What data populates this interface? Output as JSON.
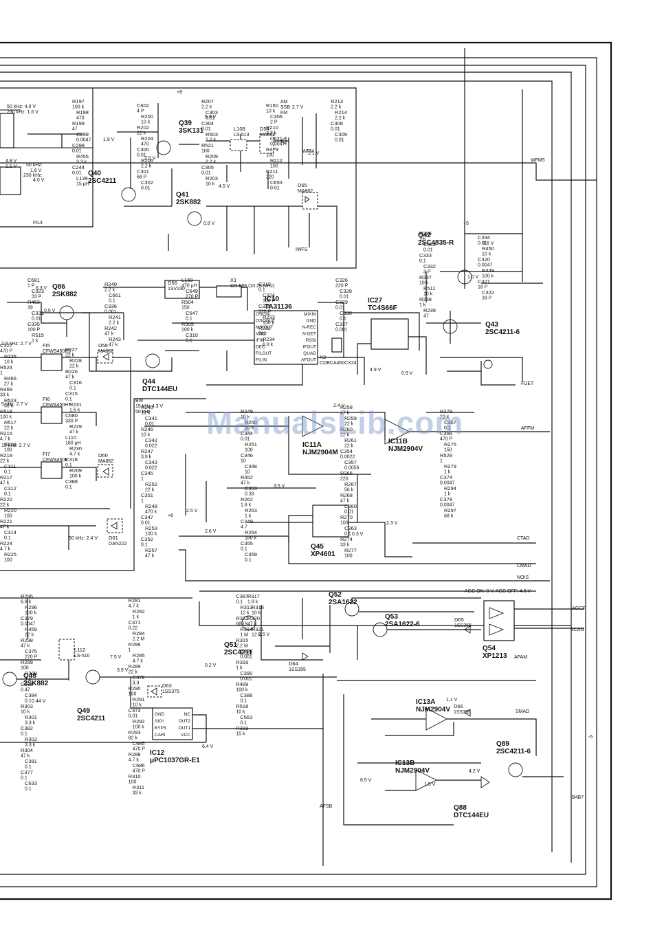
{
  "watermark": "ManualsLib.com",
  "ics": [
    {
      "ref": "IC10",
      "part": "TA31136"
    },
    {
      "ref": "IC27",
      "part": "TC4S66F"
    },
    {
      "ref": "IC11B",
      "part": "NJM2904V"
    },
    {
      "ref": "IC11A",
      "part": "NJM2904M"
    },
    {
      "ref": "IC13A",
      "part": "NJM2904V"
    },
    {
      "ref": "IC13B",
      "part": "NJM2904V"
    },
    {
      "ref": "IC12",
      "part": "μPC1037GR-E1"
    }
  ],
  "ic10_pins_left": [
    "OSCIN",
    "OSCOUT",
    "MIXOUT",
    "VCC",
    "IFIN",
    "DEC",
    "FILOUT",
    "FILIN"
  ],
  "ic10_pins_right": [
    "MIXIN",
    "GND",
    "N-REC",
    "N-DET",
    "RSSI",
    "IFOUT",
    "QUAD",
    "AFOUT"
  ],
  "ic12_pins_left": [
    "GND",
    "SIGI",
    "BYPS",
    "CARI"
  ],
  "ic12_pins_right": [
    "NC",
    "OUT2",
    "OUT1",
    "VCC"
  ],
  "transistors": [
    {
      "ref": "Q39",
      "part": "3SK131"
    },
    {
      "ref": "Q40",
      "part": "2SC4211"
    },
    {
      "ref": "Q41",
      "part": "2SK882"
    },
    {
      "ref": "Q42",
      "part": "2SC4835-R"
    },
    {
      "ref": "Q43",
      "part": "2SC4211-6"
    },
    {
      "ref": "Q86",
      "part": "2SK882"
    },
    {
      "ref": "Q44",
      "part": "DTC144EU"
    },
    {
      "ref": "Q45",
      "part": "XP4601"
    },
    {
      "ref": "Q52",
      "part": "2SA1622"
    },
    {
      "ref": "Q53",
      "part": "2SA1622-6"
    },
    {
      "ref": "Q54",
      "part": "XP1213"
    },
    {
      "ref": "Q51",
      "part": "2SC4211"
    },
    {
      "ref": "Q48",
      "part": "2SK882"
    },
    {
      "ref": "Q49",
      "part": "2SC4211"
    },
    {
      "ref": "Q89",
      "part": "2SC4211-6"
    },
    {
      "ref": "Q88",
      "part": "DTC144EU"
    }
  ],
  "diodes": [
    {
      "ref": "D54",
      "part": "MA862"
    },
    {
      "ref": "D55",
      "part": "MA862"
    },
    {
      "ref": "D56",
      "part": "1SV230"
    },
    {
      "ref": "D58",
      "part": "MA862"
    },
    {
      "ref": "D60",
      "part": "MA862"
    },
    {
      "ref": "D61",
      "part": "DAN222"
    },
    {
      "ref": "D63",
      "part": "1SS375"
    },
    {
      "ref": "D64",
      "part": "1SS355"
    },
    {
      "ref": "D65",
      "part": "1SS355"
    },
    {
      "ref": "D66",
      "part": "1SS355"
    }
  ],
  "filters": [
    {
      "ref": "FI5",
      "part": "CFWS450K3"
    },
    {
      "ref": "FI6",
      "part": "CFWS450HT"
    },
    {
      "ref": "FI7",
      "part": "CFWS450E"
    },
    {
      "ref": "X1",
      "part": "CR-588",
      "extra": "(10.25 MHz)"
    },
    {
      "ref": "X2",
      "part": "CDBCA450CX24"
    },
    {
      "ref": "L108",
      "part": "LS-513"
    },
    {
      "ref": "L112",
      "part": "LS-510"
    }
  ],
  "nets": [
    "WFM5",
    "IWFS",
    "FDET",
    "AFFM",
    "CTAD",
    "CMAD",
    "NOIS",
    "AGCF",
    "SCAN",
    "AFAM",
    "SMAD",
    "B4B7",
    "AFSB",
    "FIL4",
    "-5",
    "+8",
    "+5",
    "+6"
  ],
  "notes": {
    "agc": "AGC ON: 0 V, AGC OFF: 4.6 V",
    "bw": "BW",
    "bw1": "15 kHz  4.3 V",
    "bw2": "50 kHz",
    "fil1": "50 kHz: 4.0 V",
    "fil2": "230 kHz: 1.6 V",
    "fil3": "50 kHz:",
    "fil4": "1.6 V",
    "fil5": "230 kHz:",
    "fil6": "4.0 V",
    "fil7": "4.8 V",
    "fil8": "1.1 V",
    "fms1": "AM",
    "fms2": "SSB",
    "fms3": "FM",
    "wfm": "WFM",
    "w2_8": "2.8 kHz: 2.7 V",
    "w5": "5 kHz: 2.7 V",
    "w15": "15 kHz: 2.7 V",
    "w50": "50 kHz: 2.4 V"
  },
  "parts": [
    {
      "ref": "R197",
      "val": "100 k"
    },
    {
      "ref": "R198",
      "val": "470"
    },
    {
      "ref": "R199",
      "val": "47"
    },
    {
      "ref": "C299",
      "val": "0.0047"
    },
    {
      "ref": "C298",
      "val": "0.01"
    },
    {
      "ref": "R455",
      "val": "3.3 k"
    },
    {
      "ref": "C244",
      "val": "0.01"
    },
    {
      "ref": "L139",
      "val": "15 μH"
    },
    {
      "ref": "C602",
      "val": "4 P"
    },
    {
      "ref": "R200",
      "val": "10 k"
    },
    {
      "ref": "R202",
      "val": "22 k"
    },
    {
      "ref": "R204",
      "val": "470"
    },
    {
      "ref": "C300",
      "val": "0.01"
    },
    {
      "ref": "R206",
      "val": "2.2 k"
    },
    {
      "ref": "C301",
      "val": "68 P"
    },
    {
      "ref": "C302",
      "val": "0.01"
    },
    {
      "ref": "R207",
      "val": "2.2 k"
    },
    {
      "ref": "C303",
      "val": "0.01"
    },
    {
      "ref": "C304",
      "val": "0.01"
    },
    {
      "ref": "R503",
      "val": "2.2 k"
    },
    {
      "ref": "R521",
      "val": "100"
    },
    {
      "ref": "R209",
      "val": "2.2 k"
    },
    {
      "ref": "C305",
      "val": "0.01"
    },
    {
      "ref": "R203",
      "val": "10 k"
    },
    {
      "ref": "R160",
      "val": "10 k"
    },
    {
      "ref": "C306",
      "val": "2 P"
    },
    {
      "ref": "R210",
      "val": "3.3 k"
    },
    {
      "ref": "C621",
      "val": "0.0047"
    },
    {
      "ref": "R479",
      "val": "100"
    },
    {
      "ref": "R212",
      "val": "100"
    },
    {
      "ref": "R211",
      "val": "220"
    },
    {
      "ref": "C653",
      "val": "0.01"
    },
    {
      "ref": "R213",
      "val": "2.2 k"
    },
    {
      "ref": "R214",
      "val": "2.2 k"
    },
    {
      "ref": "C308",
      "val": "0.01"
    },
    {
      "ref": "C309",
      "val": "0.01"
    },
    {
      "ref": "R236",
      "val": "1 k"
    },
    {
      "ref": "C683",
      "val": "0.01"
    },
    {
      "ref": "C333",
      "val": "0.1"
    },
    {
      "ref": "C332",
      "val": "3 P"
    },
    {
      "ref": "R237",
      "val": "10 k"
    },
    {
      "ref": "R511",
      "val": "10 k"
    },
    {
      "ref": "R238",
      "val": "1 k"
    },
    {
      "ref": "R239",
      "val": "47"
    },
    {
      "ref": "C334",
      "val": "0.01"
    },
    {
      "ref": "R450",
      "val": "10 k"
    },
    {
      "ref": "C320",
      "val": "0.0047"
    },
    {
      "ref": "R449",
      "val": "100 k"
    },
    {
      "ref": "C321",
      "val": "18 P"
    },
    {
      "ref": "C322",
      "val": "33 P"
    },
    {
      "ref": "C681",
      "val": "1 P"
    },
    {
      "ref": "C323",
      "val": "33 P"
    },
    {
      "ref": "R463",
      "val": "39"
    },
    {
      "ref": "C331",
      "val": "0.01"
    },
    {
      "ref": "C335",
      "val": "100 P"
    },
    {
      "ref": "R515",
      "val": "1 k"
    },
    {
      "ref": "R240",
      "val": "2.2 k"
    },
    {
      "ref": "C661",
      "val": "0.1"
    },
    {
      "ref": "C336",
      "val": "0.001"
    },
    {
      "ref": "R241",
      "val": "2.2 k"
    },
    {
      "ref": "R242",
      "val": "47 k"
    },
    {
      "ref": "R243",
      "val": "47 k"
    },
    {
      "ref": "L169",
      "val": "470 μH"
    },
    {
      "ref": "C649",
      "val": "270 P"
    },
    {
      "ref": "R504",
      "val": "150"
    },
    {
      "ref": "C647",
      "val": "0.1"
    },
    {
      "ref": "R505",
      "val": "100 k"
    },
    {
      "ref": "C310",
      "val": "0.1"
    },
    {
      "ref": "C319",
      "val": "0.1"
    },
    {
      "ref": "C324",
      "val": "150 P"
    },
    {
      "ref": "C325",
      "val": "220 P"
    },
    {
      "ref": "R233",
      "val": "150 k"
    },
    {
      "ref": "R232",
      "val": "560"
    },
    {
      "ref": "R234",
      "val": "6.8 k"
    },
    {
      "ref": "C326",
      "val": "220 P"
    },
    {
      "ref": "C328",
      "val": "0.01"
    },
    {
      "ref": "C329",
      "val": "0.01"
    },
    {
      "ref": "C330",
      "val": "0.1"
    },
    {
      "ref": "C337",
      "val": "0.001"
    },
    {
      "ref": "C327",
      "val": "470 P"
    },
    {
      "ref": "R235",
      "val": "10 k"
    },
    {
      "ref": "R524",
      "val": "1"
    },
    {
      "ref": "R466",
      "val": "27 k"
    },
    {
      "ref": "R469",
      "val": "33 k"
    },
    {
      "ref": "R523",
      "val": "50 k"
    },
    {
      "ref": "R518",
      "val": "100 k"
    },
    {
      "ref": "R517",
      "val": "22 k"
    },
    {
      "ref": "R215",
      "val": "4.7 k"
    },
    {
      "ref": "R216",
      "val": "100"
    },
    {
      "ref": "R218",
      "val": "22 k"
    },
    {
      "ref": "C311",
      "val": "0.1"
    },
    {
      "ref": "R217",
      "val": "47 k"
    },
    {
      "ref": "C312",
      "val": "0.1"
    },
    {
      "ref": "R222",
      "val": "22 k"
    },
    {
      "ref": "R220",
      "val": "100"
    },
    {
      "ref": "R221",
      "val": "47 k"
    },
    {
      "ref": "C314",
      "val": "0.1"
    },
    {
      "ref": "R224",
      "val": "4.7 k"
    },
    {
      "ref": "R225",
      "val": "100"
    },
    {
      "ref": "R227",
      "val": "22 k"
    },
    {
      "ref": "R228",
      "val": "22 k"
    },
    {
      "ref": "R226",
      "val": "47 k"
    },
    {
      "ref": "C316",
      "val": "0.1"
    },
    {
      "ref": "C315",
      "val": "0.1"
    },
    {
      "ref": "R231",
      "val": "1.5 k"
    },
    {
      "ref": "C680",
      "val": "330 P"
    },
    {
      "ref": "R229",
      "val": "47 k"
    },
    {
      "ref": "L110",
      "val": "180 μH"
    },
    {
      "ref": "R230",
      "val": "4.7 k"
    },
    {
      "ref": "C318",
      "val": "0.1"
    },
    {
      "ref": "R209",
      "val": "100 k"
    },
    {
      "ref": "C388",
      "val": "0.1"
    },
    {
      "ref": "R245",
      "val": "10 k"
    },
    {
      "ref": "C341",
      "val": "0.01"
    },
    {
      "ref": "R246",
      "val": "10 k"
    },
    {
      "ref": "C342",
      "val": "0.022"
    },
    {
      "ref": "R247",
      "val": "3.9 k"
    },
    {
      "ref": "C343",
      "val": "0.022"
    },
    {
      "ref": "C345",
      "val": "1"
    },
    {
      "ref": "R252",
      "val": "22 k"
    },
    {
      "ref": "C351",
      "val": "1"
    },
    {
      "ref": "R248",
      "val": "470 k"
    },
    {
      "ref": "C347",
      "val": "0.01"
    },
    {
      "ref": "R253",
      "val": "100 k"
    },
    {
      "ref": "C352",
      "val": "0.1"
    },
    {
      "ref": "R257",
      "val": "47 k"
    },
    {
      "ref": "R249",
      "val": "10 k"
    },
    {
      "ref": "R250",
      "val": "10 k"
    },
    {
      "ref": "C344",
      "val": "0.01"
    },
    {
      "ref": "R251",
      "val": "100"
    },
    {
      "ref": "C346",
      "val": "10"
    },
    {
      "ref": "C348",
      "val": "10"
    },
    {
      "ref": "R452",
      "val": "47 k"
    },
    {
      "ref": "C353",
      "val": "0.33"
    },
    {
      "ref": "R262",
      "val": "1.8 k"
    },
    {
      "ref": "R263",
      "val": "1 k"
    },
    {
      "ref": "C349",
      "val": "4.7"
    },
    {
      "ref": "R264",
      "val": "180 k"
    },
    {
      "ref": "C355",
      "val": "0.1"
    },
    {
      "ref": "C359",
      "val": "0.1"
    },
    {
      "ref": "R258",
      "val": "47 k"
    },
    {
      "ref": "R259",
      "val": "22 k"
    },
    {
      "ref": "R260",
      "val": "22 k"
    },
    {
      "ref": "R261",
      "val": "22 k"
    },
    {
      "ref": "C354",
      "val": "0.0022"
    },
    {
      "ref": "C357",
      "val": "0.0056"
    },
    {
      "ref": "R266",
      "val": "220"
    },
    {
      "ref": "R267",
      "val": "56 k"
    },
    {
      "ref": "R268",
      "val": "47 k"
    },
    {
      "ref": "C360",
      "val": "0.01"
    },
    {
      "ref": "R270",
      "val": "100"
    },
    {
      "ref": "C363",
      "val": "0.1"
    },
    {
      "ref": "R274",
      "val": "33 k"
    },
    {
      "ref": "R277",
      "val": "100"
    },
    {
      "ref": "R278",
      "val": "22 k"
    },
    {
      "ref": "C367",
      "val": "0.1"
    },
    {
      "ref": "C366",
      "val": "470 P"
    },
    {
      "ref": "R275",
      "val": "150"
    },
    {
      "ref": "R529",
      "val": "1"
    },
    {
      "ref": "R279",
      "val": "1 k"
    },
    {
      "ref": "C374",
      "val": "0.0047"
    },
    {
      "ref": "R294",
      "val": "1 k"
    },
    {
      "ref": "C378",
      "val": "0.0047"
    },
    {
      "ref": "R297",
      "val": "68 k"
    },
    {
      "ref": "R295",
      "val": "6.8 k"
    },
    {
      "ref": "R296",
      "val": "100 k"
    },
    {
      "ref": "C379",
      "val": "0.0047"
    },
    {
      "ref": "R459",
      "val": "22 k"
    },
    {
      "ref": "R298",
      "val": "47 k"
    },
    {
      "ref": "C375",
      "val": "220 P"
    },
    {
      "ref": "R299",
      "val": "100"
    },
    {
      "ref": "R300",
      "val": "1 k"
    },
    {
      "ref": "C383",
      "val": "0.47"
    },
    {
      "ref": "C384",
      "val": "0.1"
    },
    {
      "ref": "R303",
      "val": "10 k"
    },
    {
      "ref": "R301",
      "val": "3.3 k"
    },
    {
      "ref": "C382",
      "val": "0.1"
    },
    {
      "ref": "R302",
      "val": "3.3 k"
    },
    {
      "ref": "R304",
      "val": "47 k"
    },
    {
      "ref": "C381",
      "val": "0.1"
    },
    {
      "ref": "C377",
      "val": "0.1"
    },
    {
      "ref": "C633",
      "val": "0.1"
    },
    {
      "ref": "R281",
      "val": "4.7 k"
    },
    {
      "ref": "R282",
      "val": "1 k"
    },
    {
      "ref": "C371",
      "val": "0.22"
    },
    {
      "ref": "R284",
      "val": "2.2 M"
    },
    {
      "ref": "R286",
      "val": "1"
    },
    {
      "ref": "R285",
      "val": "4.7 k"
    },
    {
      "ref": "R289",
      "val": "22 k"
    },
    {
      "ref": "C372",
      "val": "3.3"
    },
    {
      "ref": "R290",
      "val": "100"
    },
    {
      "ref": "R291",
      "val": "10 k"
    },
    {
      "ref": "C373",
      "val": "0.01"
    },
    {
      "ref": "R292",
      "val": "100 k"
    },
    {
      "ref": "R293",
      "val": "82 k"
    },
    {
      "ref": "C685",
      "val": "470 P"
    },
    {
      "ref": "R288",
      "val": "4.7 k"
    },
    {
      "ref": "C686",
      "val": "470 P"
    },
    {
      "ref": "R310",
      "val": "100"
    },
    {
      "ref": "R311",
      "val": "33 k"
    },
    {
      "ref": "C387",
      "val": "0.1"
    },
    {
      "ref": "R313",
      "val": "12 k"
    },
    {
      "ref": "R312",
      "val": "680 k"
    },
    {
      "ref": "R314",
      "val": "1 M"
    },
    {
      "ref": "R315",
      "val": "2.2 M"
    },
    {
      "ref": "C389",
      "val": "0.001"
    },
    {
      "ref": "R316",
      "val": "1 k"
    },
    {
      "ref": "C390",
      "val": "0.001"
    },
    {
      "ref": "R489",
      "val": "100 k"
    },
    {
      "ref": "C388",
      "val": "0.1"
    },
    {
      "ref": "R518",
      "val": "10 k"
    },
    {
      "ref": "C563",
      "val": "0.1"
    },
    {
      "ref": "R319",
      "val": "15 k"
    },
    {
      "ref": "R317",
      "val": "1.8 k"
    },
    {
      "ref": "R318",
      "val": "10 k"
    },
    {
      "ref": "R320",
      "val": "47 k"
    },
    {
      "ref": "R321",
      "val": "12 k"
    }
  ],
  "voltages": [
    "5.9 V",
    "1.9 V",
    "2.0 V",
    "4.5 V",
    "0.8 V",
    "2.7 V",
    "2.1 V",
    "3.6 V",
    "1.0 V",
    "6.3 V",
    "0.5 V",
    "4.9 V",
    "0.9 V",
    "2.4 V",
    "3.5 V",
    "2.5 V",
    "2.6 V",
    "2.3 V",
    "0.3 V",
    "7.5 V",
    "3.9 V",
    "0.2 V",
    "6.4 V",
    "2.5 V",
    "6.5 V",
    "1.5 V",
    "1.1 V",
    "4.2 V",
    "0.44 V"
  ],
  "legacy_title": ""
}
